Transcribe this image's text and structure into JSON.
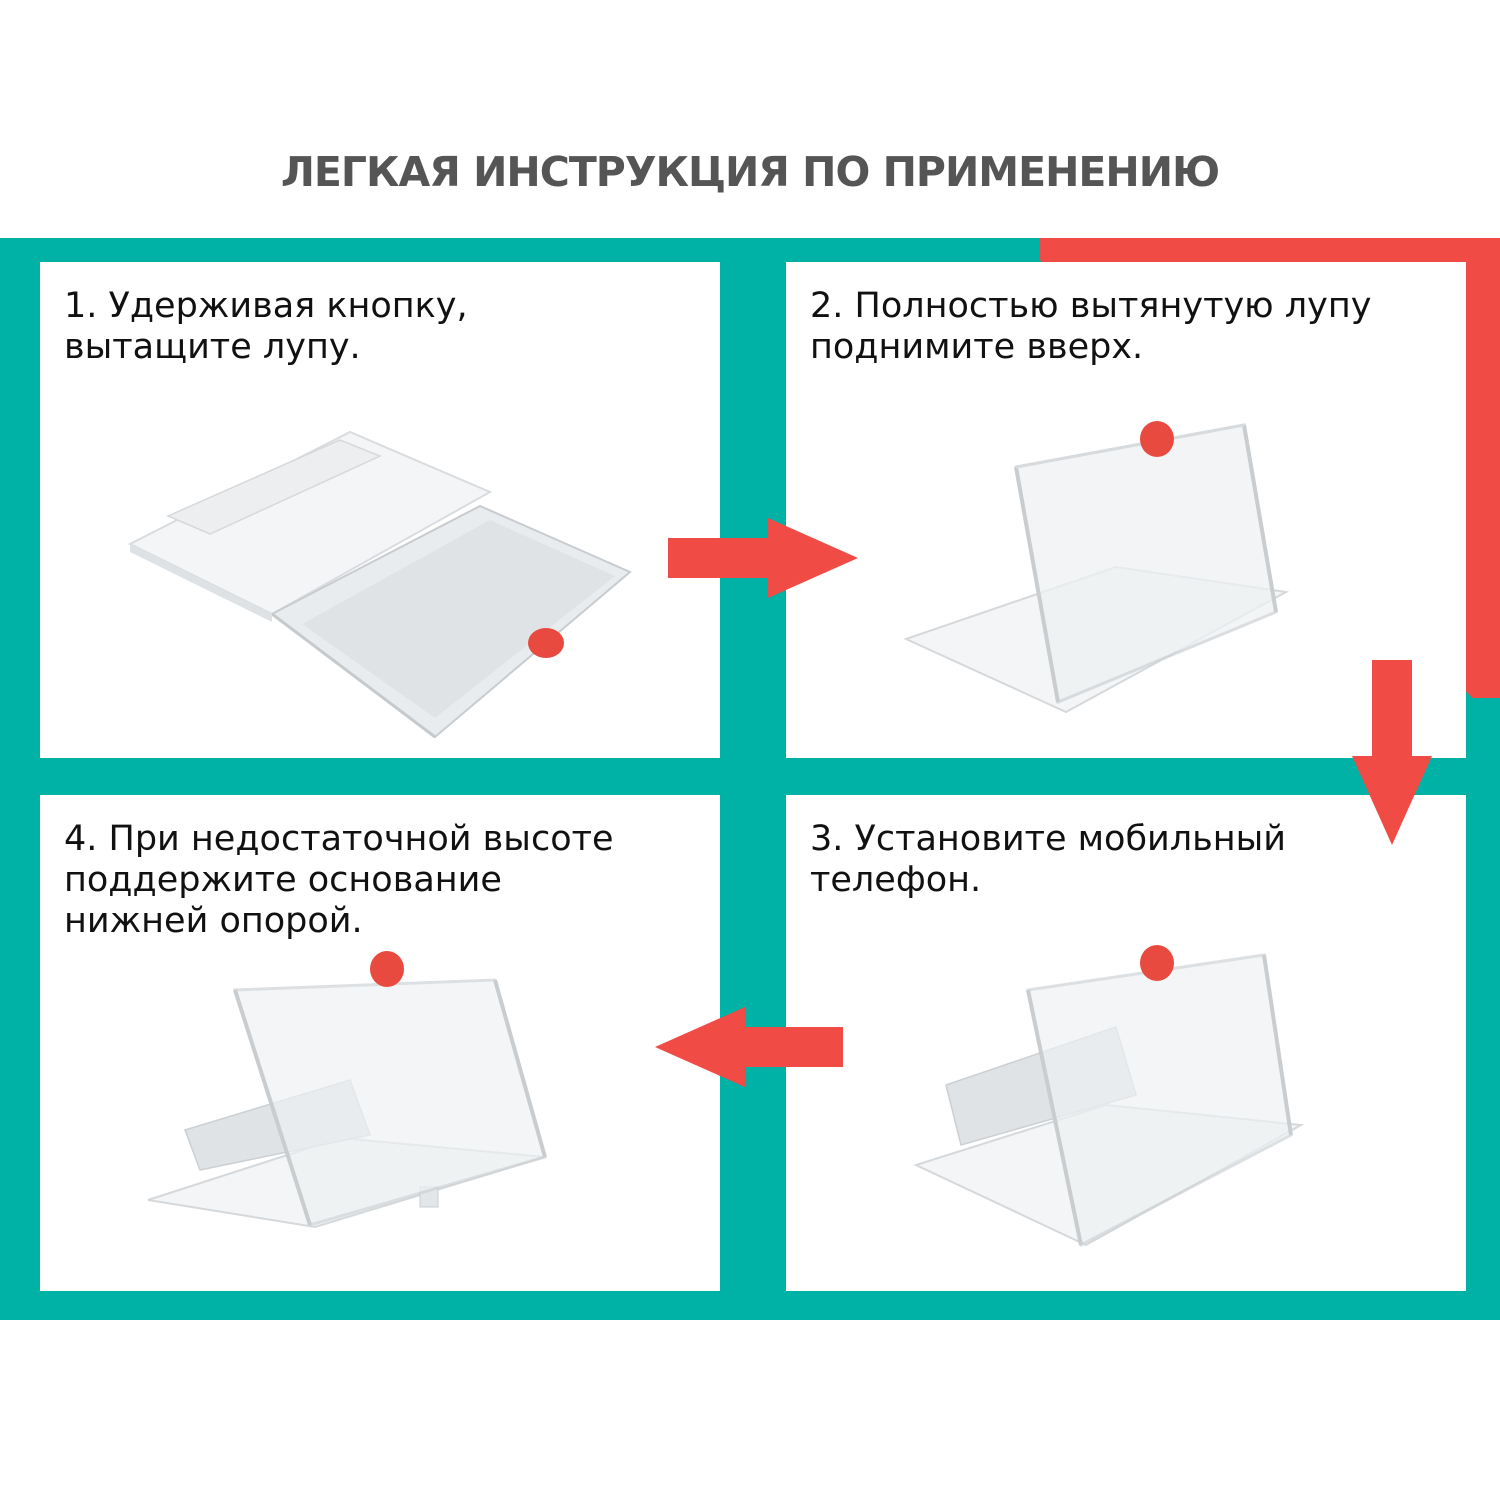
{
  "title": "ЛЕГКАЯ ИНСТРУКЦИЯ ПО ПРИМЕНЕНИЮ",
  "colors": {
    "teal": "#00b2a6",
    "red": "#f04b45",
    "title_gray": "#555555"
  },
  "steps": [
    {
      "caption": "1. Удерживая кнопку,\nвытащите лупу.",
      "illustration": "magnifier-closed-icon"
    },
    {
      "caption": "2. Полностью вытянутую лупу\nподнимите вверх.",
      "illustration": "magnifier-raised-icon"
    },
    {
      "caption": "3. Установите мобильный\nтелефон.",
      "illustration": "magnifier-with-phone-icon"
    },
    {
      "caption": "4. При недостаточной высоте\nподдержите основание\nнижней опорой.",
      "illustration": "magnifier-with-support-icon"
    }
  ]
}
